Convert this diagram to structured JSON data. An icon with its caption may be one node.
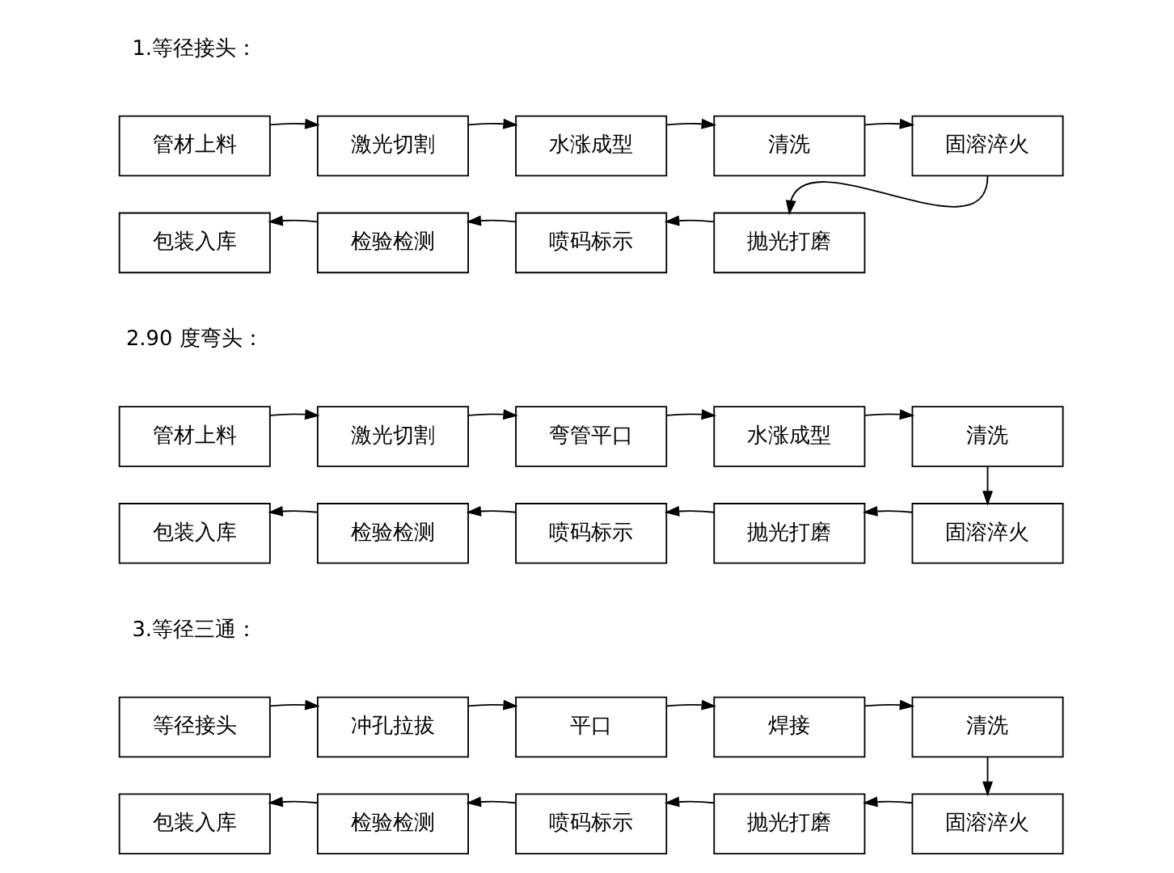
{
  "diagram": {
    "nodes": [
      {
        "text": [
          "管材上料"
        ]
      },
      {
        "text": [
          "激光切割"
        ]
      },
      {
        "text": [
          "水涨成型"
        ]
      },
      {
        "text": [
          "清洗"
        ]
      },
      {
        "text": [
          "固溶淬火"
        ]
      },
      {
        "text": [
          "抛光打磨"
        ]
      },
      {
        "text": [
          "喷码标示"
        ]
      },
      {
        "text": [
          "检验检测"
        ]
      },
      {
        "text": [
          "包装入库"
        ]
      },
      {
        "text": [
          "管材上料"
        ]
      },
      {
        "text": [
          "激光切割"
        ]
      },
      {
        "text": [
          "弯管平口"
        ]
      },
      {
        "text": [
          "水涨成型"
        ]
      },
      {
        "text": [
          "清洗"
        ]
      },
      {
        "text": [
          "固溶淬火"
        ]
      },
      {
        "text": [
          "抛光打磨"
        ]
      },
      {
        "text": [
          "喷码标示"
        ]
      },
      {
        "text": [
          "检验检测"
        ]
      },
      {
        "text": [
          "包装入库"
        ]
      },
      {
        "text": [
          "等径接头"
        ]
      },
      {
        "text": [
          "冲孔拉拔"
        ]
      },
      {
        "text": [
          "平口"
        ]
      },
      {
        "text": [
          "焊接"
        ]
      },
      {
        "text": [
          "清洗"
        ]
      },
      {
        "text": [
          "固溶淬火"
        ]
      },
      {
        "text": [
          "抛光打磨"
        ]
      },
      {
        "text": [
          "喷码标示"
        ]
      },
      {
        "text": [
          "检验检测"
        ]
      },
      {
        "text": [
          "包装入库"
        ]
      }
    ],
    "edges": [
      {
        "from": 0,
        "to": 1,
        "arrow": "to"
      },
      {
        "from": 1,
        "to": 2,
        "arrow": "to"
      },
      {
        "from": 2,
        "to": 3,
        "arrow": "to"
      },
      {
        "from": 3,
        "to": 4,
        "arrow": "to"
      },
      {
        "from": 4,
        "to": 5,
        "arrow": "to"
      },
      {
        "from": 5,
        "to": 6,
        "arrow": "to"
      },
      {
        "from": 6,
        "to": 7,
        "arrow": "to"
      },
      {
        "from": 7,
        "to": 8,
        "arrow": "to"
      },
      {
        "from": 9,
        "to": 10,
        "arrow": "to"
      },
      {
        "from": 10,
        "to": 11,
        "arrow": "to"
      },
      {
        "from": 11,
        "to": 12,
        "arrow": "to"
      },
      {
        "from": 12,
        "to": 13,
        "arrow": "to"
      },
      {
        "from": 13,
        "to": 14,
        "arrow": "to"
      },
      {
        "from": 14,
        "to": 15,
        "arrow": "to"
      },
      {
        "from": 15,
        "to": 16,
        "arrow": "to"
      },
      {
        "from": 16,
        "to": 17,
        "arrow": "to"
      },
      {
        "from": 17,
        "to": 18,
        "arrow": "to"
      },
      {
        "from": 19,
        "to": 20,
        "arrow": "to"
      },
      {
        "from": 20,
        "to": 21,
        "arrow": "to"
      },
      {
        "from": 21,
        "to": 22,
        "arrow": "to"
      },
      {
        "from": 22,
        "to": 23,
        "arrow": "to"
      },
      {
        "from": 23,
        "to": 24,
        "arrow": "to"
      },
      {
        "from": 24,
        "to": 25,
        "arrow": "to"
      },
      {
        "from": 25,
        "to": 26,
        "arrow": "to"
      },
      {
        "from": 26,
        "to": 27,
        "arrow": "to"
      },
      {
        "from": 27,
        "to": 28,
        "arrow": "to"
      }
    ],
    "labels": [
      "1.等径接头：",
      "2.90 度弯头：",
      "3.等径三通："
    ]
  }
}
